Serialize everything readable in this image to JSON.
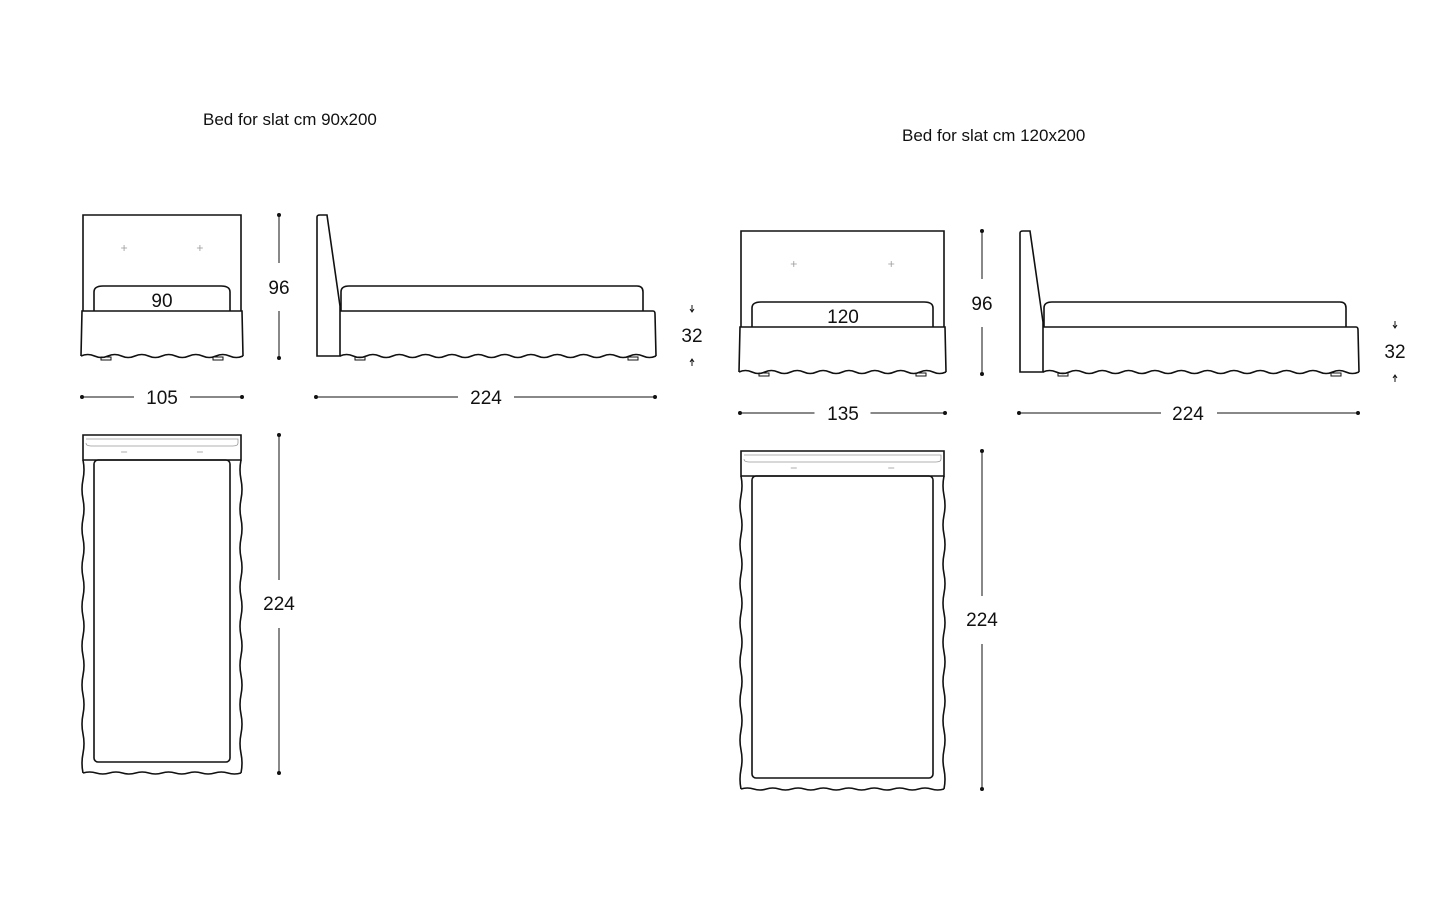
{
  "beds": [
    {
      "title": "Bed for slat cm 90x200",
      "mattress_width_label": "90",
      "overall_width": "105",
      "height": "96",
      "base_height": "32",
      "side_length": "224",
      "top_length": "224"
    },
    {
      "title": "Bed for slat cm 120x200",
      "mattress_width_label": "120",
      "overall_width": "135",
      "height": "96",
      "base_height": "32",
      "side_length": "224",
      "top_length": "224"
    }
  ]
}
